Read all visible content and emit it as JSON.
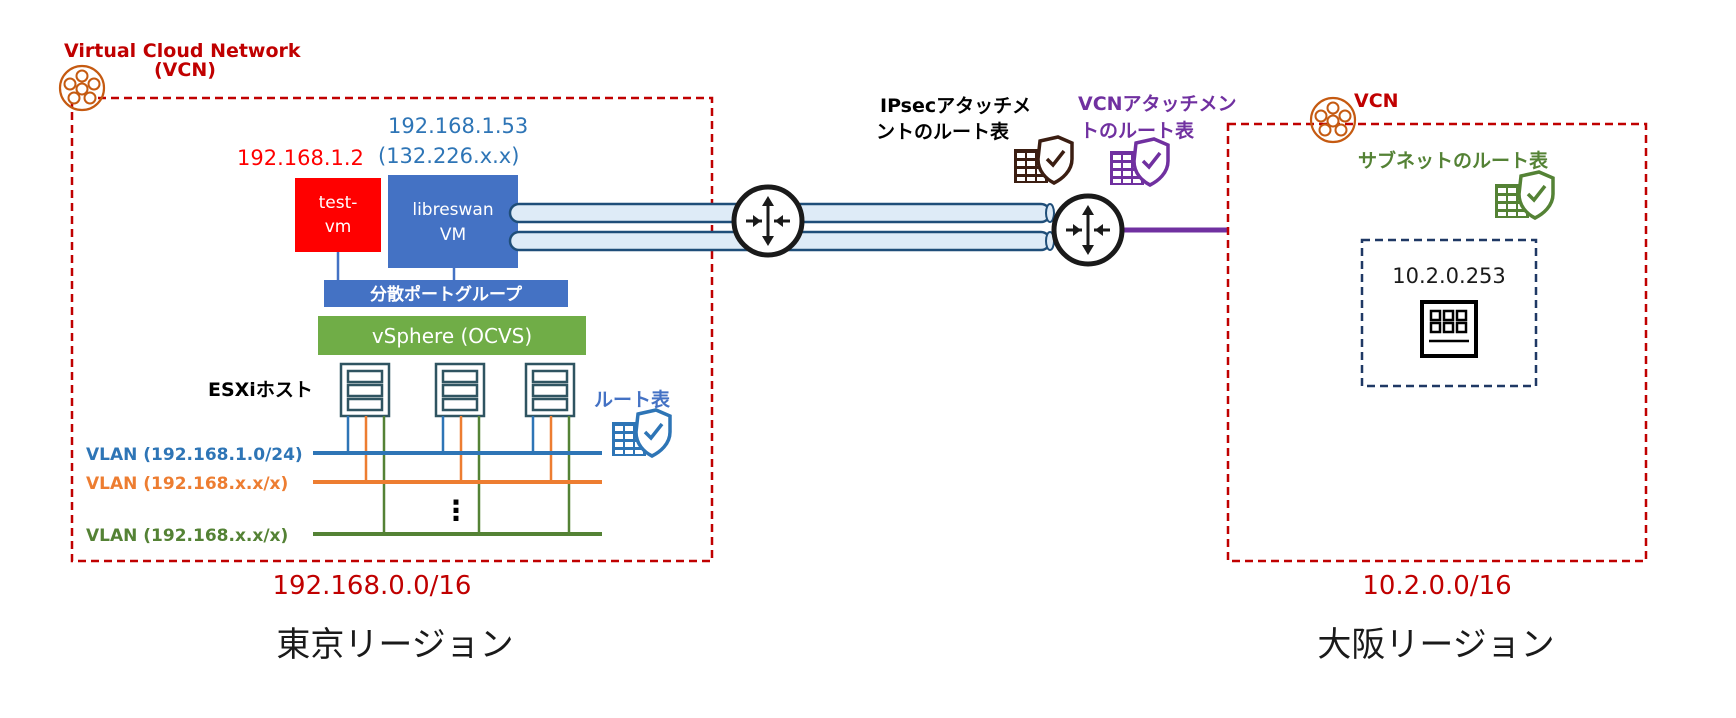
{
  "colors": {
    "vcn_red": "#C00000",
    "ip_blue": "#2E75B6",
    "vm_red": "#FF0000",
    "vm_blue": "#4472C4",
    "green": "#70AD47",
    "dark_green": "#548235",
    "orange": "#ED7D31",
    "purple": "#7030A0",
    "navy": "#1F3864",
    "tunnel": "#DEEBF7",
    "tunnel_border": "#1F4E79"
  },
  "tokyo": {
    "vcn_title_line1": "Virtual Cloud Network",
    "vcn_title_line2": "(VCN)",
    "ip_libreswan_private": "192.168.1.53",
    "ip_libreswan_public": "(132.226.x.x)",
    "ip_testvm": "192.168.1.2",
    "testvm_line1": "test-",
    "testvm_line2": "vm",
    "libreswan_line1": "libreswan",
    "libreswan_line2": "VM",
    "port_group": "分散ポートグループ",
    "vsphere": "vSphere (OCVS)",
    "esxi_label": "ESXiホスト",
    "route_table": "ルート表",
    "vlan1": "VLAN (192.168.1.0/24)",
    "vlan2": "VLAN (192.168.x.x/x)",
    "vlan3": "VLAN (192.168.x.x/x)",
    "ellipsis": "⋮",
    "cidr": "192.168.0.0/16",
    "region": "東京リージョン"
  },
  "center": {
    "ipsec_rt_line1": "IPsecアタッチメ",
    "ipsec_rt_line2": "ントのルート表",
    "vcn_rt_line1": "VCNアタッチメン",
    "vcn_rt_line2": "トのルート表"
  },
  "osaka": {
    "vcn_title": "VCN",
    "subnet_rt": "サブネットのルート表",
    "instance_ip": "10.2.0.253",
    "cidr": "10.2.0.0/16",
    "region": "大阪リージョン"
  },
  "icons": [
    "vcn-network-icon",
    "router-icon",
    "route-table-icon",
    "server-icon",
    "instance-icon"
  ]
}
